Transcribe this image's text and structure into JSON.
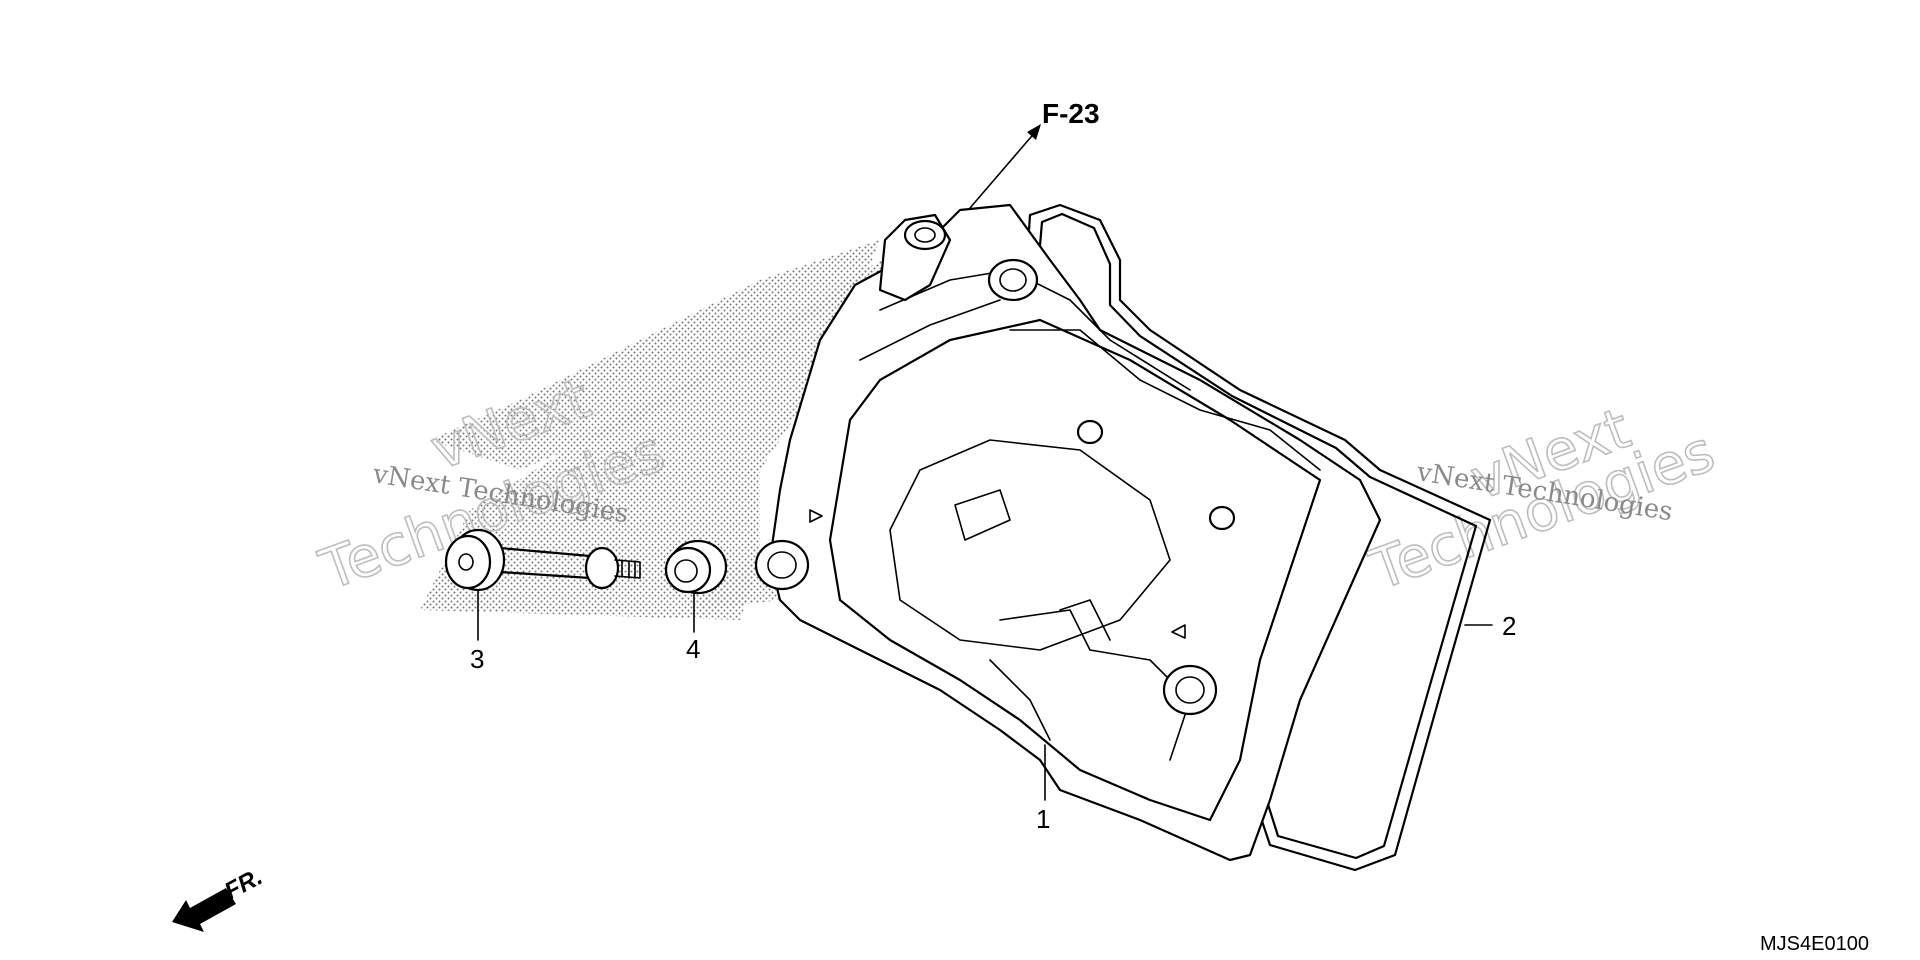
{
  "callouts": {
    "part1": "1",
    "part2": "2",
    "part3": "3",
    "part4": "4"
  },
  "reference": "F-23",
  "front_marker": "FR.",
  "diagram_code": "MJS4E0100",
  "watermark": {
    "line1": "vNext Technologies",
    "line2_a": "vNext",
    "line2_b": "Technologies"
  },
  "colors": {
    "line": "#000000",
    "background": "#ffffff",
    "watermark": "#bdbdbd"
  },
  "icons": {
    "front_arrow": "front-arrow-icon",
    "reference_arrow": "reference-arrow-icon"
  }
}
